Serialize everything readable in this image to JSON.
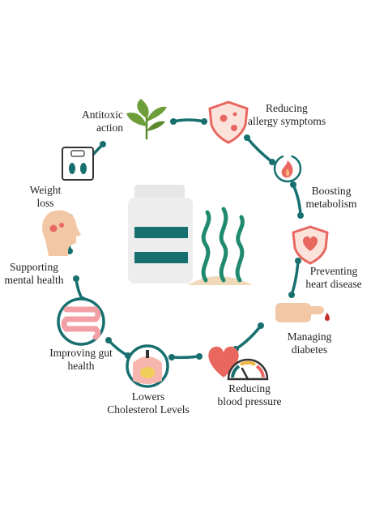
{
  "colors": {
    "teal": "#17706f",
    "coral": "#e8675f",
    "peach": "#f2c7a6",
    "sand": "#efd9b8",
    "jar": "#ededed",
    "leaf": "#6e9e3a",
    "seaweed": "#1f8a6e"
  },
  "icons": {
    "center": "supplement-jar-with-seaweed",
    "antitoxic": "leaf-sprig",
    "allergy": "shield-virus",
    "metabolism": "flame-cycle",
    "heart_disease": "shield-heart",
    "diabetes": "finger-blood-drop",
    "blood_pressure": "heart-gauge",
    "cholesterol": "artery-cross-section",
    "gut": "intestine",
    "mental": "head-profile-gears",
    "weight": "bathroom-scale"
  },
  "benefits": {
    "antitoxic": {
      "line1": "Antitoxic",
      "line2": "action"
    },
    "allergy": {
      "line1": "Reducing",
      "line2": "allergy symptoms"
    },
    "metabolism": {
      "line1": "Boosting",
      "line2": "metabolism"
    },
    "heart_disease": {
      "line1": "Preventing",
      "line2": "heart disease"
    },
    "diabetes": {
      "line1": "Managing",
      "line2": "diabetes"
    },
    "blood_pressure": {
      "line1": "Reducing",
      "line2": "blood pressure"
    },
    "cholesterol": {
      "line1": "Lowers",
      "line2": "Cholesterol Levels"
    },
    "gut": {
      "line1": "Improving gut",
      "line2": "health"
    },
    "mental": {
      "line1": "Supporting",
      "line2": "mental health"
    },
    "weight": {
      "line1": "Weight",
      "line2": "loss"
    }
  }
}
